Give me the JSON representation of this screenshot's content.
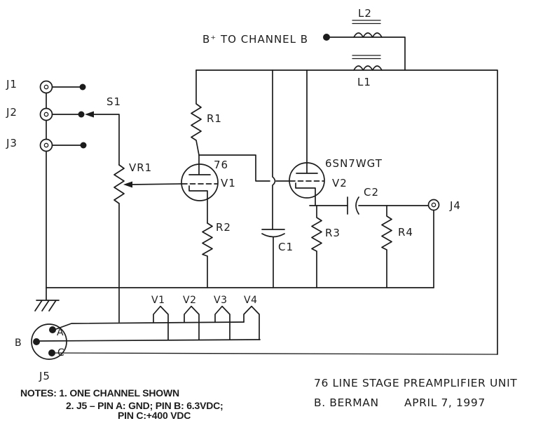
{
  "palette": {
    "ink": "#1c1c1c",
    "paper": "#ffffff"
  },
  "labels": {
    "l2": "L2",
    "l1": "L1",
    "b_plus": "B⁺ TO CHANNEL B",
    "j1": "J1",
    "j2": "J2",
    "j3": "J3",
    "j4": "J4",
    "j5": "J5",
    "s1": "S1",
    "vr1": "VR1",
    "r1": "R1",
    "r2": "R2",
    "r3": "R3",
    "r4": "R4",
    "c1": "C1",
    "c2": "C2",
    "v1_type": "76",
    "v1": "V1",
    "v2_type": "6SN7WGT",
    "v2": "V2",
    "heaters": [
      "V1",
      "V2",
      "V3",
      "V4"
    ],
    "pin_a": "A",
    "pin_b": "B",
    "pin_c": "C"
  },
  "notes": {
    "line1": "NOTES: 1. ONE CHANNEL SHOWN",
    "line2": "2. J5 – PIN A: GND; PIN B: 6.3VDC;",
    "line3": "PIN C:+400 VDC"
  },
  "title_block": {
    "title": "76 LINE STAGE PREAMPLIFIER UNIT",
    "author": "B. BERMAN",
    "date": "APRIL 7, 1997"
  }
}
